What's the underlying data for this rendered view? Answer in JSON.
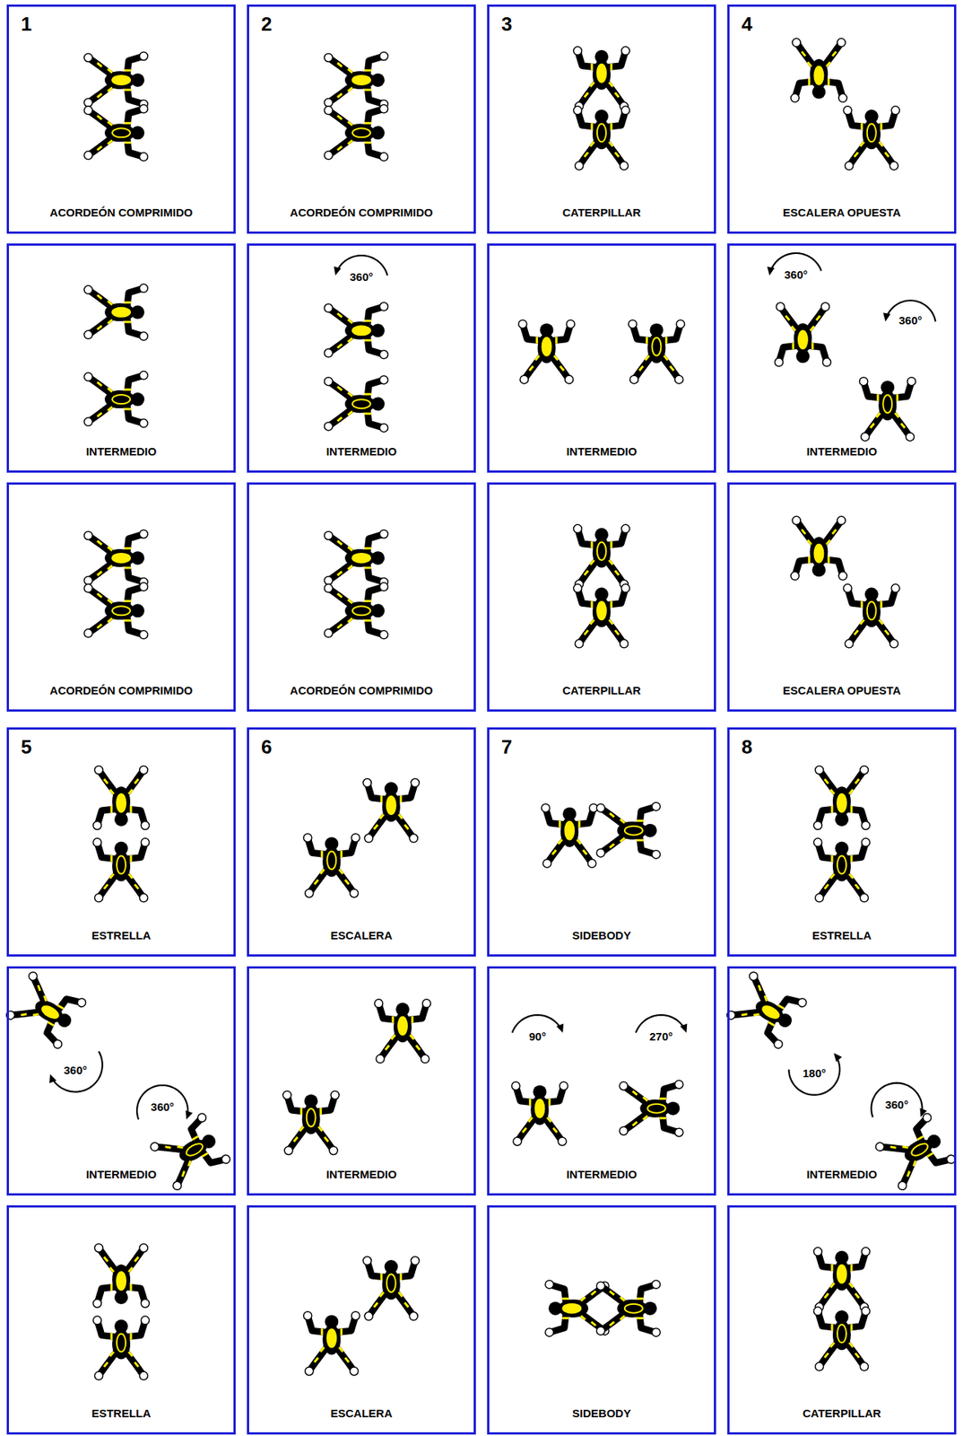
{
  "diagram": {
    "nodes": [
      {
        "text": [
          "1",
          "ACORDEÓN COMPRIMIDO"
        ]
      },
      {
        "text": [
          "2",
          "ACORDEÓN COMPRIMIDO"
        ]
      },
      {
        "text": [
          "3",
          "CATERPILLAR"
        ]
      },
      {
        "text": [
          "4",
          "ESCALERA OPUESTA"
        ]
      },
      {
        "text": [
          "INTERMEDIO"
        ]
      },
      {
        "text": [
          "INTERMEDIO"
        ]
      },
      {
        "text": [
          "INTERMEDIO"
        ]
      },
      {
        "text": [
          "INTERMEDIO"
        ]
      },
      {
        "text": [
          "ACORDEÓN COMPRIMIDO"
        ]
      },
      {
        "text": [
          "ACORDEÓN COMPRIMIDO"
        ]
      },
      {
        "text": [
          "CATERPILLAR"
        ]
      },
      {
        "text": [
          "ESCALERA OPUESTA"
        ]
      },
      {
        "text": [
          "5",
          "ESTRELLA"
        ]
      },
      {
        "text": [
          "6",
          "ESCALERA"
        ]
      },
      {
        "text": [
          "7",
          "SIDEBODY"
        ]
      },
      {
        "text": [
          "8",
          "ESTRELLA"
        ]
      },
      {
        "text": [
          "INTERMEDIO"
        ]
      },
      {
        "text": [
          "INTERMEDIO"
        ]
      },
      {
        "text": [
          "INTERMEDIO"
        ]
      },
      {
        "text": [
          "INTERMEDIO"
        ]
      },
      {
        "text": [
          "ESTRELLA"
        ]
      },
      {
        "text": [
          "ESCALERA"
        ]
      },
      {
        "text": [
          "SIDEBODY"
        ]
      },
      {
        "text": [
          "CATERPILLAR"
        ]
      }
    ],
    "labels": [
      "360°",
      "360°",
      "360°",
      "360°",
      "360°",
      "90°",
      "270°",
      "180°",
      "360°"
    ]
  }
}
